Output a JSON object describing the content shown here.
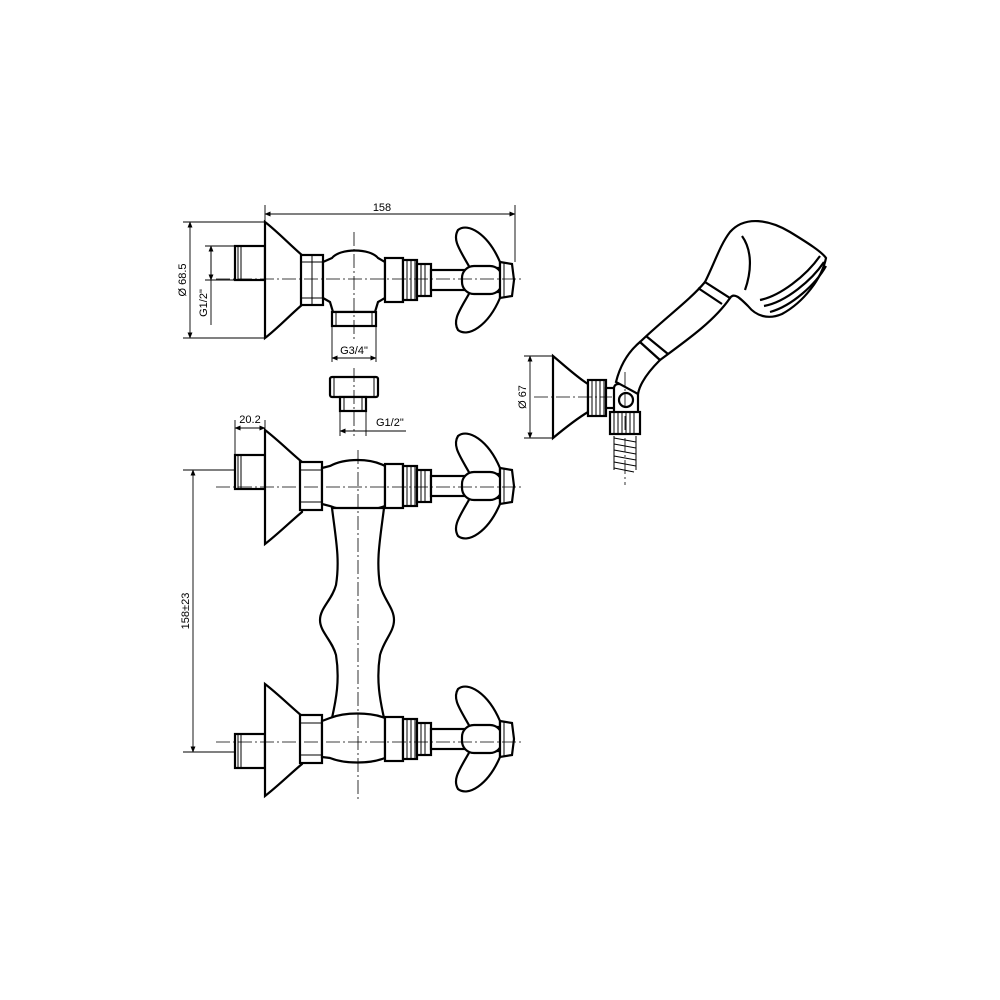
{
  "dimensions": {
    "top_width": "158",
    "flange_diameter": "Ø 68.5",
    "inlet_thread": "G1/2\"",
    "outlet_thread": "G3/4\"",
    "adapter_thread": "G1/2\"",
    "inlet_length": "20.2",
    "center_distance": "158±23",
    "holder_diameter": "Ø 67"
  },
  "colors": {
    "line": "#000000",
    "background": "#ffffff"
  }
}
